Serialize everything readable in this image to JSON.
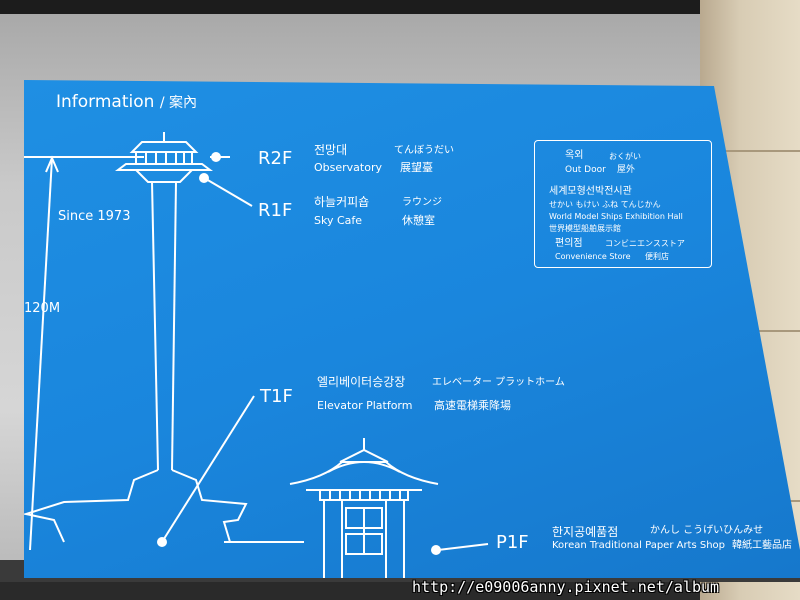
{
  "title": {
    "main": "Information",
    "sub": "/ 案內"
  },
  "since": "Since 1973",
  "height": "120M",
  "floors": {
    "r2f": {
      "code": "R2F",
      "kr": "전망대",
      "jp": "てんぼうだい",
      "en": "Observatory",
      "cn": "展望臺"
    },
    "r1f": {
      "code": "R1F",
      "kr": "하늘커피숍",
      "jp": "ラウンジ",
      "en": "Sky Cafe",
      "cn": "休憩室"
    },
    "t1f": {
      "code": "T1F",
      "kr": "엘리베이터승강장",
      "jp": "エレベーター プラットホーム",
      "en": "Elevator Platform",
      "cn": "高速電梯乘降場"
    },
    "p1f": {
      "code": "P1F",
      "kr": "한지공예품점",
      "jp": "かんし こうげいひんみせ",
      "en": "Korean Traditional Paper Arts Shop",
      "cn": "韓紙工藝品店"
    }
  },
  "info_box": {
    "outdoor": {
      "kr": "옥외",
      "jp": "おくがい",
      "en": "Out Door",
      "cn": "屋外"
    },
    "museum": {
      "kr": "세계모형선박전시관",
      "jp": "せかい もけい ふね てんじかん",
      "en": "World Model Ships Exhibition Hall",
      "cn": "世界模型船舶展示館"
    },
    "store": {
      "kr": "편의점",
      "jp": "コンビニエンスストア",
      "en": "Convenience Store",
      "cn": "便利店"
    }
  },
  "watermark": "http://e09006anny.pixnet.net/album",
  "colors": {
    "board": "#1a86dd",
    "line": "#ffffff",
    "frame": "#c9c9c9",
    "wall": "#d8ccb4"
  }
}
